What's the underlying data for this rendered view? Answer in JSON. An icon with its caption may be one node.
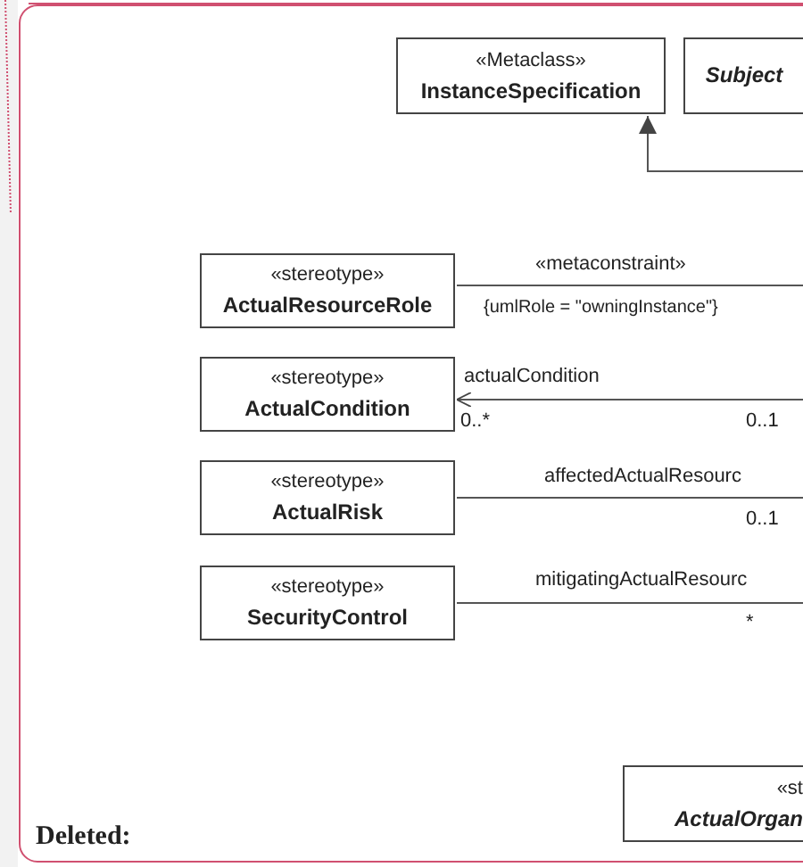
{
  "diagram": {
    "nodes": [
      {
        "text": [
          "«Metaclass»",
          "InstanceSpecification"
        ]
      },
      {
        "text": [
          "Subject"
        ]
      },
      {
        "text": [
          "«stereotype»",
          "ActualResourceRole"
        ]
      },
      {
        "text": [
          "«stereotype»",
          "ActualCondition"
        ]
      },
      {
        "text": [
          "«stereotype»",
          "ActualRisk"
        ]
      },
      {
        "text": [
          "«stereotype»",
          "SecurityControl"
        ]
      },
      {
        "text": [
          "«st",
          "ActualOrgan"
        ]
      }
    ],
    "edges": [
      {
        "from": null,
        "to": 0,
        "arrow": "to"
      },
      {
        "from": 2,
        "to": null,
        "arrow": "none",
        "label": "«metaconstraint»"
      },
      {
        "from": null,
        "to": 3,
        "arrow": "to",
        "label": "actualCondition"
      },
      {
        "from": 4,
        "to": null,
        "arrow": "none",
        "label": "affectedActualResourc"
      },
      {
        "from": 5,
        "to": null,
        "arrow": "none",
        "label": "mitigatingActualResourc"
      }
    ],
    "labels": [
      "{umlRole = \"owningInstance\"}",
      "0..*",
      "0..1",
      "0..1",
      "*",
      "Deleted:"
    ]
  }
}
